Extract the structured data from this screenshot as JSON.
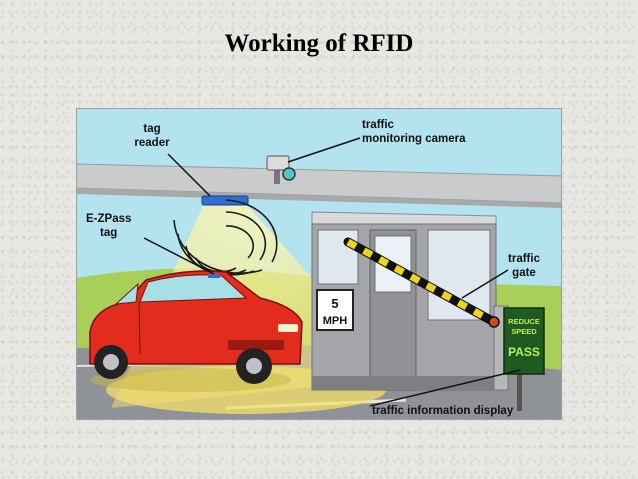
{
  "slide": {
    "title": "Working of RFID"
  },
  "labels": {
    "tag_reader_1": "tag",
    "tag_reader_2": "reader",
    "camera_1": "traffic",
    "camera_2": "monitoring camera",
    "ezpass_1": "E-ZPass",
    "ezpass_2": "tag",
    "gate_1": "traffic",
    "gate_2": "gate",
    "display": "traffic information display"
  },
  "speed_sign": {
    "line1": "5",
    "line2": "MPH"
  },
  "info_display": {
    "line1": "REDUCE",
    "line2": "SPEED",
    "line3": "PASS"
  }
}
